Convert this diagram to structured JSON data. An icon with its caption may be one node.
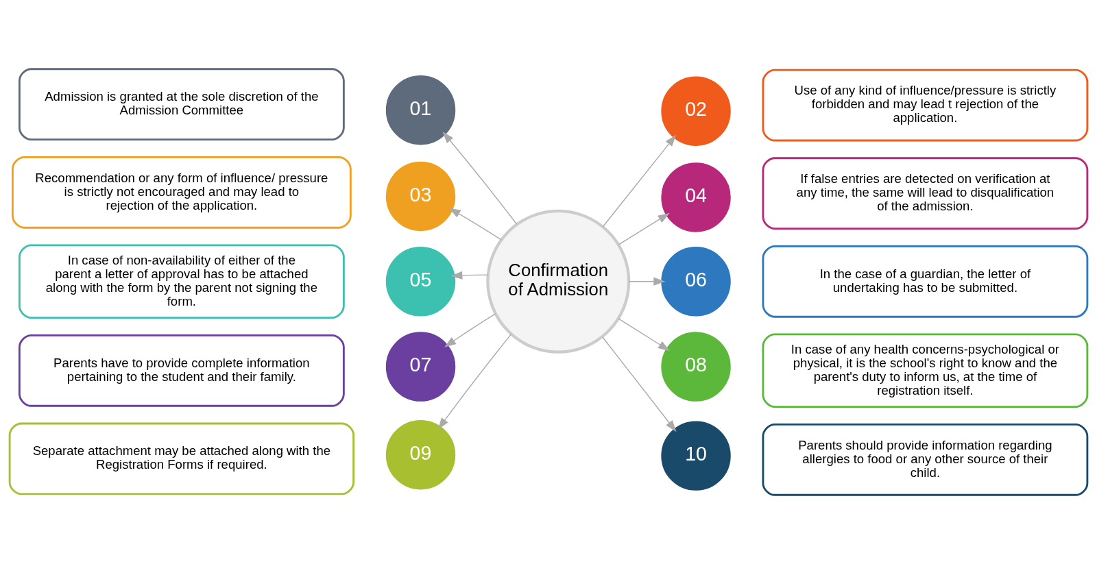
{
  "diagram": {
    "nodes": [
      {
        "text": [
          "Confirmation of Admission"
        ]
      },
      {
        "text": [
          "01"
        ]
      },
      {
        "text": [
          "Admission is granted at the sole discretion of the Admission Committee"
        ]
      },
      {
        "text": [
          "02"
        ]
      },
      {
        "text": [
          "Use of any kind of influence/pressure is strictly forbidden and may lead t rejection of the application."
        ]
      },
      {
        "text": [
          "03"
        ]
      },
      {
        "text": [
          "Recommendation or any form of influence/ pressure is strictly not encouraged and may lead to rejection of the application."
        ]
      },
      {
        "text": [
          "04"
        ]
      },
      {
        "text": [
          "If false entries are detected on verification at any time, the same will lead to disqualification of the admission."
        ]
      },
      {
        "text": [
          "05"
        ]
      },
      {
        "text": [
          "In case of non-availability of either of the parent a letter of approval has to be attached along with the form by the parent not signing the form."
        ]
      },
      {
        "text": [
          "06"
        ]
      },
      {
        "text": [
          "In the case of a guardian, the letter of undertaking has to be submitted."
        ]
      },
      {
        "text": [
          "07"
        ]
      },
      {
        "text": [
          "Parents have to provide complete information pertaining to the student and their family."
        ]
      },
      {
        "text": [
          "08"
        ]
      },
      {
        "text": [
          "In case of any health concerns-psychological or physical, it is the school's right to know and the parent's duty to inform us, at the time of registration itself."
        ]
      },
      {
        "text": [
          "09"
        ]
      },
      {
        "text": [
          "Separate attachment may be attached along with the Registration Forms if required."
        ]
      },
      {
        "text": [
          "10"
        ]
      },
      {
        "text": [
          "Parents should provide information regarding allergies to food or any other source of their child."
        ]
      }
    ],
    "edges": [
      {
        "from": 0,
        "to": 1,
        "arrow": "to"
      },
      {
        "from": 0,
        "to": 3,
        "arrow": "to"
      },
      {
        "from": 0,
        "to": 5,
        "arrow": "to"
      },
      {
        "from": 0,
        "to": 7,
        "arrow": "to"
      },
      {
        "from": 0,
        "to": 9,
        "arrow": "to"
      },
      {
        "from": 0,
        "to": 11,
        "arrow": "to"
      },
      {
        "from": 0,
        "to": 13,
        "arrow": "to"
      },
      {
        "from": 0,
        "to": 15,
        "arrow": "to"
      },
      {
        "from": 0,
        "to": 17,
        "arrow": "to"
      },
      {
        "from": 0,
        "to": 19,
        "arrow": "to"
      }
    ]
  }
}
